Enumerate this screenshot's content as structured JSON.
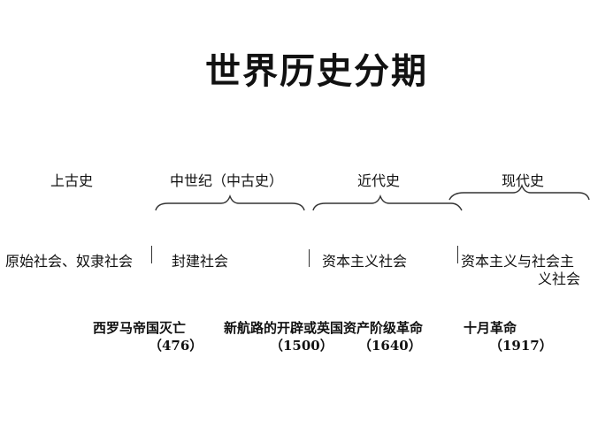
{
  "title": "世界历史分期",
  "eras": [
    {
      "label": "上古史"
    },
    {
      "label": "中世纪（中古史）"
    },
    {
      "label": "近代史"
    },
    {
      "label": "现代史"
    }
  ],
  "societies": [
    {
      "label": "原始社会、奴隶社会"
    },
    {
      "label": "封建社会"
    },
    {
      "label": "资本主义社会"
    },
    {
      "label_line1": "资本主义与社会主",
      "label_line2": "义社会"
    }
  ],
  "events": [
    {
      "label": "西罗马帝国灭亡",
      "year": "（476）"
    },
    {
      "label": "新航路的开辟或英国资产阶级革命",
      "year_a": "（1500）",
      "year_b": "（1640）"
    },
    {
      "label": "十月革命",
      "year": "（1917）"
    }
  ]
}
